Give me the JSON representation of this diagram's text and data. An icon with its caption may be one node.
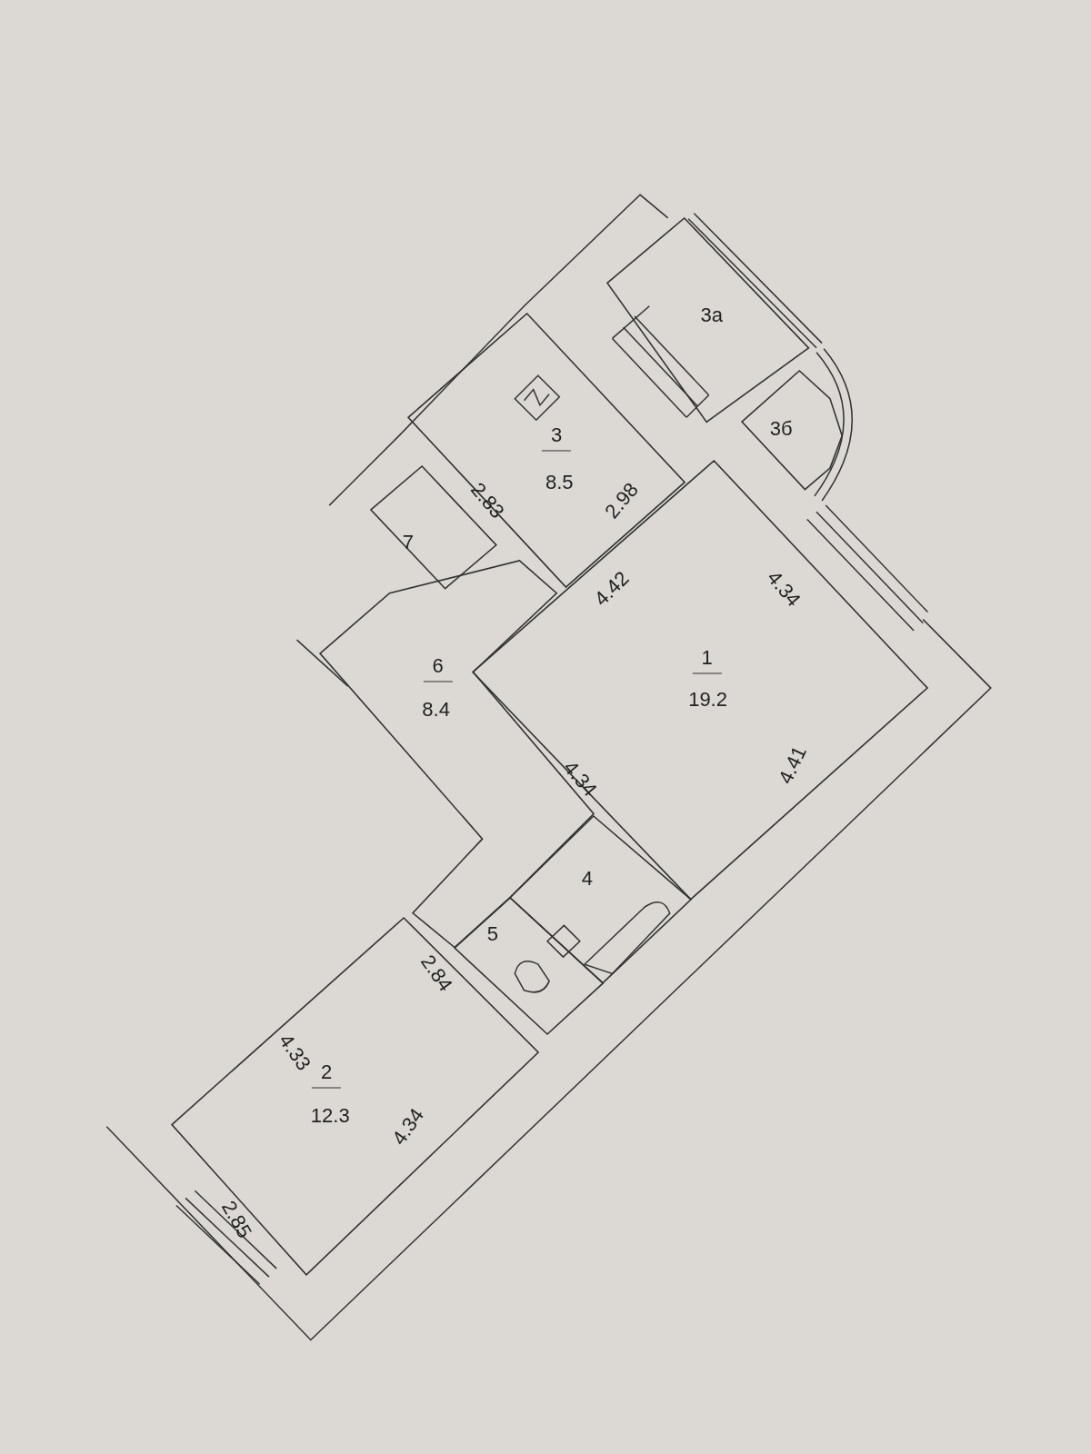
{
  "diagram": {
    "nodes": [
      {
        "text": [
          "3а"
        ]
      },
      {
        "text": [
          "3",
          "8.5"
        ]
      },
      {
        "text": [
          "3б"
        ]
      },
      {
        "text": [
          "7"
        ]
      },
      {
        "text": [
          "1",
          "19.2"
        ]
      },
      {
        "text": [
          "6",
          "8.4"
        ]
      },
      {
        "text": [
          "4"
        ]
      },
      {
        "text": [
          "5"
        ]
      },
      {
        "text": [
          "2",
          "12.3"
        ]
      }
    ],
    "edges": [],
    "labels": [
      "2.83",
      "2.98",
      "4.42",
      "4.34",
      "4.34",
      "4.41",
      "2.84",
      "4.33",
      "4.34",
      "2.85"
    ]
  }
}
